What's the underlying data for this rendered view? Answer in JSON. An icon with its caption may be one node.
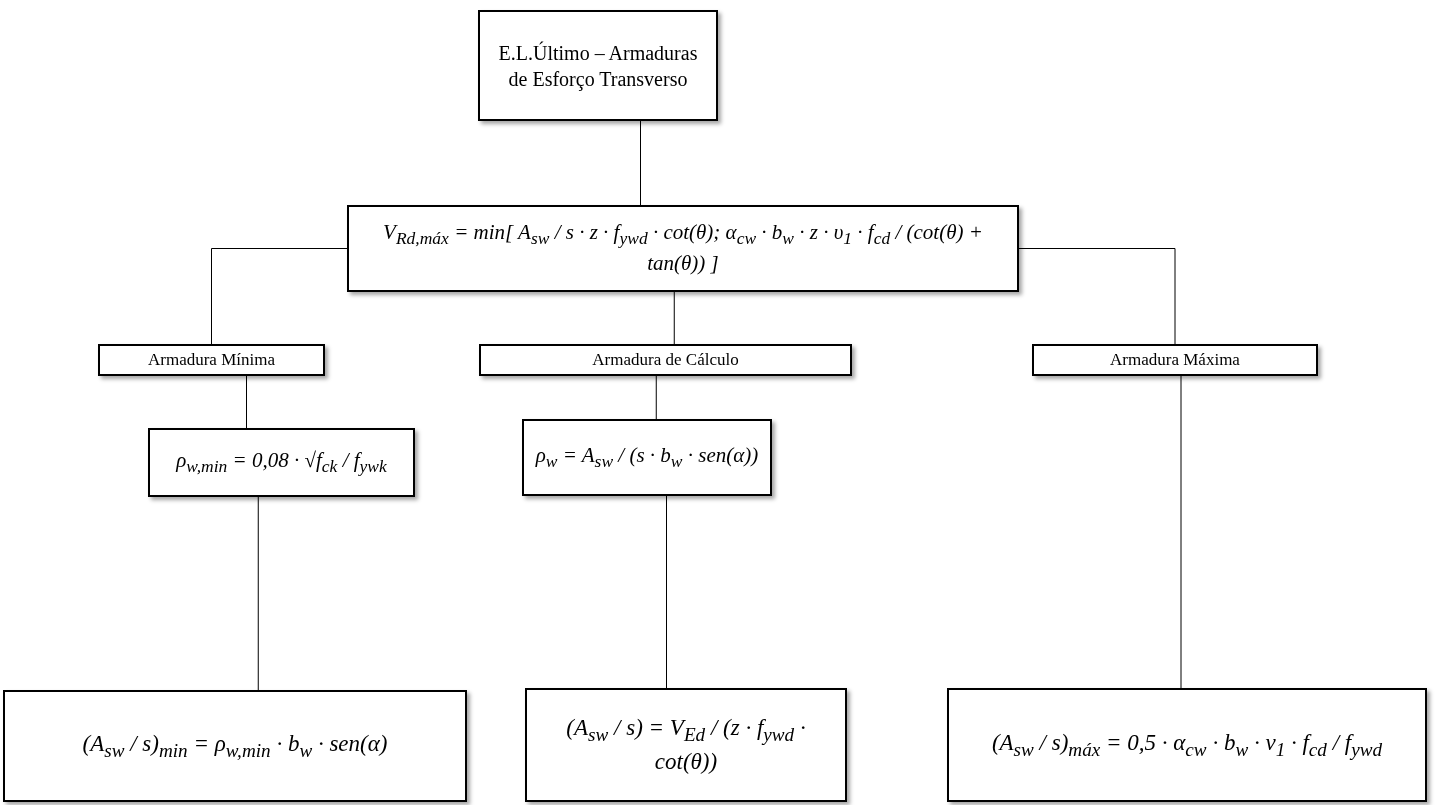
{
  "diagram": {
    "nodes": [
      {
        "text": [
          "E.L.Último – Armaduras de Esforço Transverso"
        ]
      },
      {
        "text": [
          "V$_{Rd,máx}$ = min[ A$_{sw}$ / s · z · f$_{ywd}$ · cot(θ); α$_{cw}$ · b$_{w}$ · z · υ$_{1}$ · f$_{cd}$ / (cot(θ) + tan(θ)) ]"
        ]
      },
      {
        "text": [
          "Armadura Mínima"
        ]
      },
      {
        "text": [
          "Armadura de Cálculo"
        ]
      },
      {
        "text": [
          "Armadura Máxima"
        ]
      },
      {
        "text": [
          "ρ$_{w,min}$ = 0,08 · √f$_{ck}$ / f$_{ywk}$"
        ]
      },
      {
        "text": [
          "ρ$_{w}$ = A$_{sw}$ / (s · b$_{w}$ · sen(α))"
        ]
      },
      {
        "text": [
          "(A$_{sw}$ / s)$_{min}$ = ρ$_{w,min}$ · b$_{w}$ · sen(α)"
        ]
      },
      {
        "text": [
          "(A$_{sw}$ / s) = V$_{Ed}$ / (z · f$_{ywd}$ · cot(θ))"
        ]
      },
      {
        "text": [
          "(A$_{sw}$ / s)$_{máx}$ = 0,5 · α$_{cw}$ · b$_{w}$ · ν$_{1}$ · f$_{cd}$ / f$_{ywd}$"
        ]
      }
    ],
    "edges": [
      {
        "from": 0,
        "to": 1,
        "arrow": "none"
      },
      {
        "from": 1,
        "to": 2,
        "arrow": "none"
      },
      {
        "from": 1,
        "to": 3,
        "arrow": "none"
      },
      {
        "from": 1,
        "to": 4,
        "arrow": "none"
      },
      {
        "from": 2,
        "to": 5,
        "arrow": "none"
      },
      {
        "from": 3,
        "to": 6,
        "arrow": "none"
      },
      {
        "from": 5,
        "to": 7,
        "arrow": "none"
      },
      {
        "from": 6,
        "to": 8,
        "arrow": "none"
      },
      {
        "from": 4,
        "to": 9,
        "arrow": "none"
      }
    ]
  }
}
